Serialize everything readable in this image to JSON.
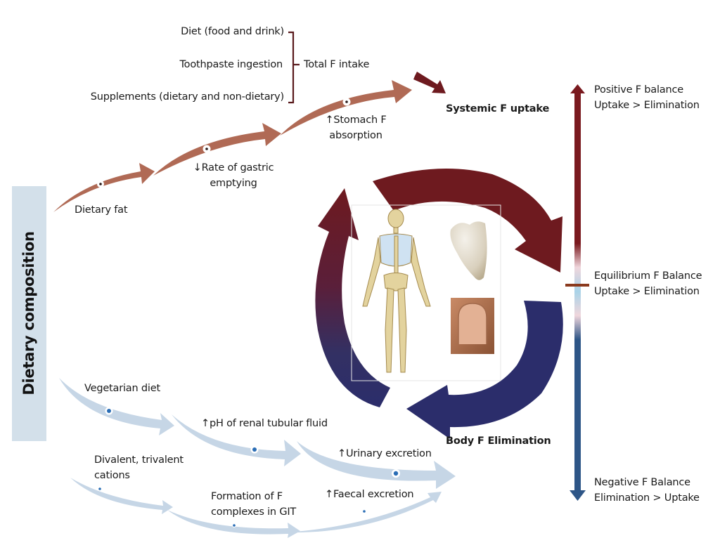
{
  "side_label": "Dietary composition",
  "intake": {
    "sources": [
      "Diet (food and drink)",
      "Toothpaste ingestion",
      "Supplements (dietary and non-dietary)"
    ],
    "total_label": "Total F intake"
  },
  "fat_pathway": {
    "start": "Dietary fat",
    "step1": [
      "↓Rate of gastric",
      "emptying"
    ],
    "step2": [
      "↑Stomach F",
      "absorption"
    ],
    "result": "Systemic F uptake"
  },
  "cycle": {
    "images": [
      "skeleton",
      "tooth",
      "fingernail"
    ],
    "elimination_label": "Body F Elimination",
    "colors": {
      "uptake": "#6e1a1f",
      "elimination": "#2b2d6b"
    }
  },
  "balance_scale": {
    "positive": [
      "Positive F balance",
      "Uptake > Elimination"
    ],
    "equilibrium": [
      "Equilibrium F Balance",
      "Uptake > Elimination"
    ],
    "negative": [
      "Negative F Balance",
      "Elimination > Uptake"
    ],
    "colors": {
      "positive": "#7a1a1f",
      "neutral": "#a9d3e8",
      "negative": "#2e5687"
    }
  },
  "veg_pathway": {
    "start": "Vegetarian diet",
    "step1": "↑pH of renal tubular fluid",
    "step2": "↑Urinary excretion"
  },
  "cation_pathway": {
    "start": [
      "Divalent, trivalent",
      "cations"
    ],
    "step1": [
      "Formation of F",
      "complexes in GIT"
    ],
    "step2": "↑Faecal excretion"
  },
  "colors": {
    "uptake_arrow": "#b06a55",
    "elimination_arrow": "#c6d6e6",
    "bracket": "#5a1a1c",
    "dot": "#2a6db5"
  }
}
